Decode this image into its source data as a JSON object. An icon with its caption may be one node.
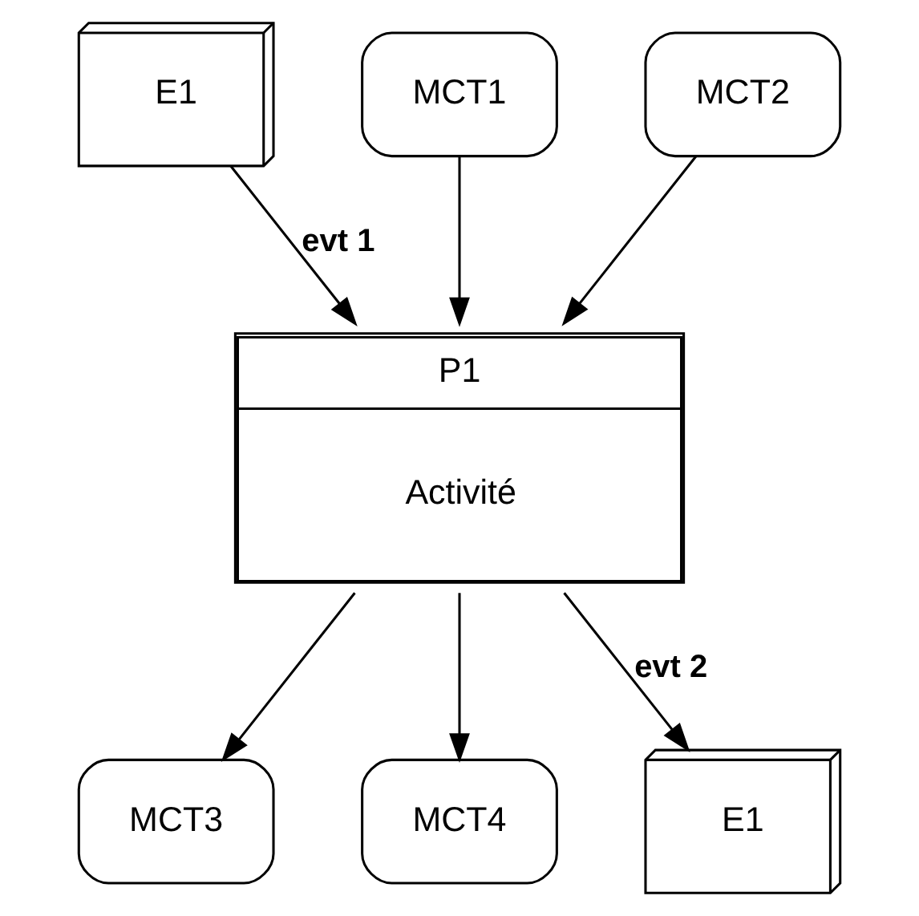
{
  "diagram": {
    "nodes": [
      {
        "text": [
          "E1"
        ]
      },
      {
        "text": [
          "MCT1"
        ]
      },
      {
        "text": [
          "MCT2"
        ]
      },
      {
        "text": [
          "P1",
          "Activité"
        ]
      },
      {
        "text": [
          "MCT3"
        ]
      },
      {
        "text": [
          "MCT4"
        ]
      },
      {
        "text": [
          "E1"
        ]
      }
    ],
    "edges": [
      {
        "from": 0,
        "to": 3,
        "arrow": "to",
        "label": "evt 1"
      },
      {
        "from": 1,
        "to": 3,
        "arrow": "to"
      },
      {
        "from": 2,
        "to": 3,
        "arrow": "to"
      },
      {
        "from": 3,
        "to": 4,
        "arrow": "to"
      },
      {
        "from": 3,
        "to": 5,
        "arrow": "to"
      },
      {
        "from": 3,
        "to": 6,
        "arrow": "to",
        "label": "evt 2"
      }
    ]
  }
}
